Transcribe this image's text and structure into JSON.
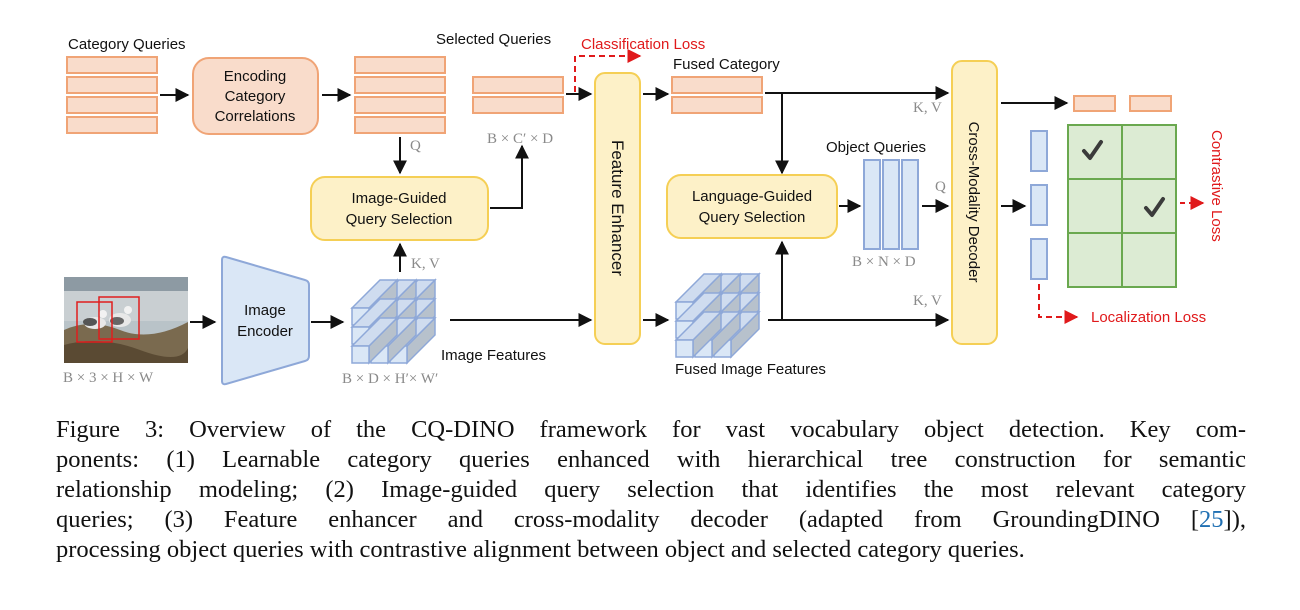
{
  "figure": {
    "labels": {
      "category_queries": "Category Queries",
      "encoding_box": [
        "Encoding",
        "Category",
        "Correlations"
      ],
      "selected_queries": "Selected Queries",
      "classification_loss": "Classification Loss",
      "fused_category": "Fused Category",
      "feature_enhancer": "Feature Enhancer",
      "cross_modality_decoder": "Cross-Modality Decoder",
      "object_queries": "Object Queries",
      "image_guided_box": [
        "Image-Guided",
        "Query Selection"
      ],
      "language_guided_box": [
        "Language-Guided",
        "Query Selection"
      ],
      "image_encoder_box": [
        "Image",
        "Encoder"
      ],
      "image_features": "Image Features",
      "fused_image_features": "Fused Image Features",
      "contrastive_loss": "Contrastive Loss",
      "localization_loss": "Localization Loss",
      "q": "Q",
      "kv": "K, V"
    },
    "math": {
      "selected_shape": "B × C′ × D",
      "image_shape": "B × 3 × H × W",
      "feature_shape": "B × D × H′× W′",
      "object_shape": "B × N × D"
    },
    "matrix_checks": [
      [
        true,
        false
      ],
      [
        false,
        true
      ],
      [
        false,
        false
      ]
    ],
    "colors": {
      "orange_fill": "#f9dccb",
      "orange_stroke": "#f0a476",
      "yellow_fill": "#fdf1c8",
      "yellow_stroke": "#f5cf55",
      "blue_fill": "#dae7f6",
      "blue_stroke": "#8ea8d8",
      "green_fill": "#dcebd3",
      "green_stroke": "#6aa84f",
      "loss_red": "#e0191b",
      "cite_blue": "#1f6fb2"
    }
  },
  "caption": {
    "lines": [
      "Figure 3: Overview of the CQ-DINO framework for vast vocabulary object detection. Key com-",
      "ponents: (1) Learnable category queries enhanced with hierarchical tree construction for semantic",
      "relationship modeling; (2) Image-guided query selection that identifies the most relevant category"
    ],
    "line4_pre": "queries; (3) Feature enhancer and cross-modality decoder (adapted from GroundingDINO [",
    "line4_cite": "25",
    "line4_post": "]),",
    "line5": "processing object queries with contrastive alignment between object and selected category queries."
  }
}
